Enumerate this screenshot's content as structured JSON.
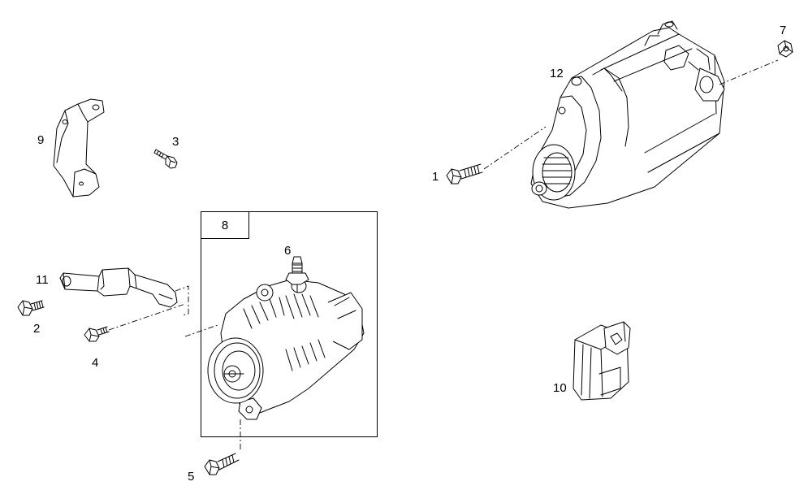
{
  "diagram": {
    "callouts": {
      "c1": "1",
      "c2": "2",
      "c3": "3",
      "c4": "4",
      "c5": "5",
      "c6": "6",
      "c7": "7",
      "c8": "8",
      "c9": "9",
      "c10": "10",
      "c11": "11",
      "c12": "12"
    },
    "parts": {
      "starter": "starter-motor",
      "alternator": "alternator",
      "bracket_top": "mounting-bracket",
      "bracket_adjust": "adjusting-bar",
      "relay": "relay-unit",
      "bolts": "bolt",
      "nuts": "nut",
      "terminal_stud": "terminal-stud"
    }
  }
}
